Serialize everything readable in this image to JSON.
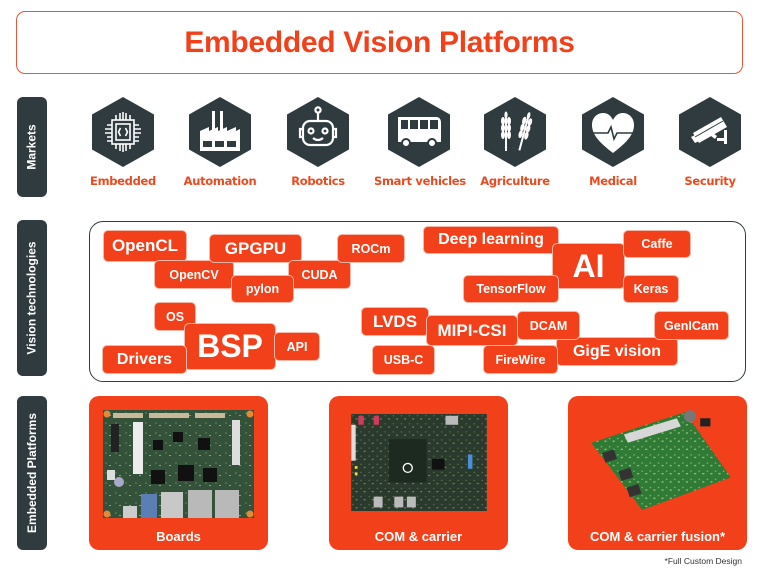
{
  "title": "Embedded Vision Platforms",
  "sections": {
    "markets": "Markets",
    "vision_technologies": "Vision technologies",
    "embedded_platforms": "Embedded Platforms"
  },
  "colors": {
    "accent": "#f2401a",
    "dark": "#2f3b3e",
    "label": "#ea4a1f"
  },
  "markets": [
    {
      "label": "Embedded",
      "icon": "chip-icon"
    },
    {
      "label": "Automation",
      "icon": "factory-icon"
    },
    {
      "label": "Robotics",
      "icon": "robot-icon"
    },
    {
      "label": "Smart vehicles",
      "icon": "bus-icon"
    },
    {
      "label": "Agriculture",
      "icon": "wheat-icon"
    },
    {
      "label": "Medical",
      "icon": "heartbeat-icon"
    },
    {
      "label": "Security",
      "icon": "security-camera-icon"
    }
  ],
  "technologies": {
    "opencl": "OpenCL",
    "gpgpu": "GPGPU",
    "rocm": "ROCm",
    "opencv": "OpenCV",
    "cuda": "CUDA",
    "pylon": "pylon",
    "os": "OS",
    "bsp": "BSP",
    "api": "API",
    "drivers": "Drivers",
    "deep_learning": "Deep learning",
    "ai": "AI",
    "caffe": "Caffe",
    "tensorflow": "TensorFlow",
    "keras": "Keras",
    "lvds": "LVDS",
    "mipi_csi": "MIPI-CSI",
    "dcam": "DCAM",
    "genicam": "GenICam",
    "usb_c": "USB-C",
    "firewire": "FireWire",
    "gige_vision": "GigE vision"
  },
  "platforms": [
    {
      "label": "Boards"
    },
    {
      "label": "COM & carrier"
    },
    {
      "label": "COM & carrier fusion*"
    }
  ],
  "footnote": "*Full Custom Design"
}
